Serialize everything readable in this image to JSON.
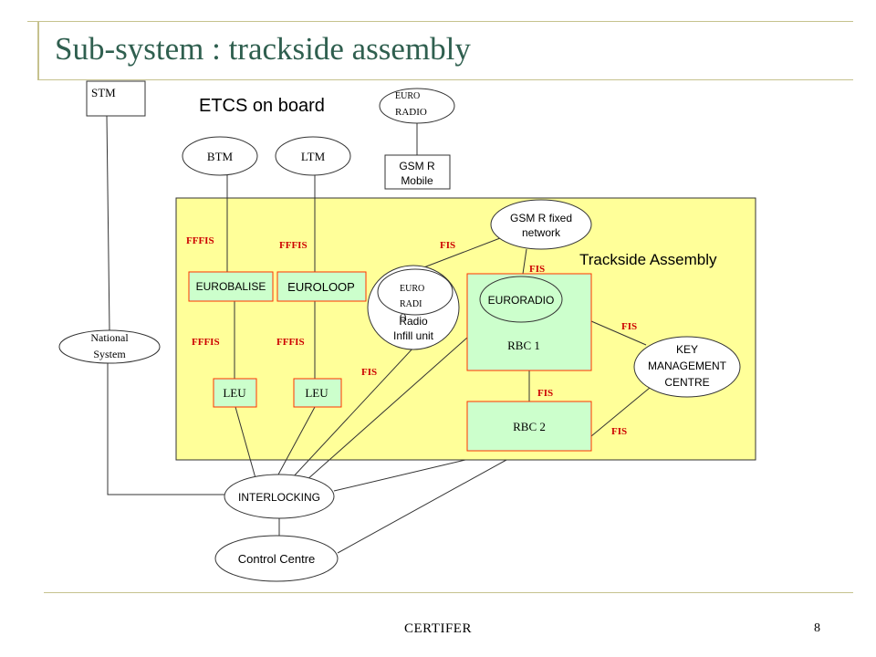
{
  "slide": {
    "title": "Sub-system : trackside assembly",
    "footer": "CERTIFER",
    "page_number": "8"
  },
  "diagram": {
    "etcs_on_board": "ETCS on board",
    "trackside_assembly": "Trackside Assembly",
    "stm": "STM",
    "euroradio_top": [
      "EURO",
      "RADIO"
    ],
    "btm": "BTM",
    "ltm": "LTM",
    "gsmr_mobile": [
      "GSM R",
      "Mobile"
    ],
    "gsmr_fixed": [
      "GSM R fixed",
      "network"
    ],
    "eurobalise": "EUROBALISE",
    "euroloop": "EUROLOOP",
    "radio_infill_euro": [
      "EURO",
      "RADI",
      "O"
    ],
    "radio_infill_label": [
      "Radio",
      "Infill unit"
    ],
    "euroradio_rbc": "EURORADIO",
    "rbc1": "RBC 1",
    "rbc2": "RBC 2",
    "kmc": [
      "KEY",
      "MANAGEMENT",
      "CENTRE"
    ],
    "national_system": [
      "National",
      "System"
    ],
    "leu_1": "LEU",
    "leu_2": "LEU",
    "interlocking": "INTERLOCKING",
    "control_centre": "Control Centre",
    "ffis_1": "FFFIS",
    "ffis_2": "FFFIS",
    "ffis_3": "FFFIS",
    "ffis_4": "FFFIS",
    "fis_gsm_left": "FIS",
    "fis_gsm_rbc": "FIS",
    "fis_radio_infill": "FIS",
    "fis_rbc_kmc": "FIS",
    "fis_rbc1_rbc2": "FIS",
    "fis_rbc2_kmc": "FIS"
  },
  "colors": {
    "title": "#2f5f4f",
    "deco_line": "#c6c28e",
    "trackside_fill": "#ffff99",
    "green_box": "#ccffcc",
    "red_border": "#ff3300",
    "interface_label": "#cc0000"
  }
}
